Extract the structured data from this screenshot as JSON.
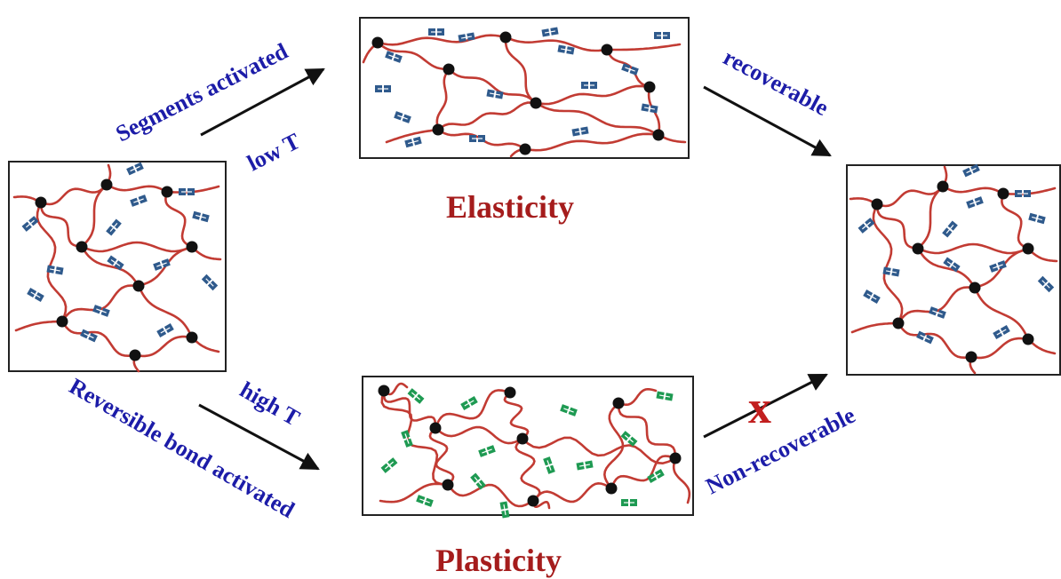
{
  "labels": {
    "segments_activated": "Segments activated",
    "low_t": "low T",
    "recoverable": "recoverable",
    "elasticity": "Elasticity",
    "reversible_bond_activated": "Reversible bond activated",
    "high_t": "high T",
    "non_recoverable": "Non-recoverable",
    "plasticity": "Plasticity",
    "blocked_mark": "x"
  },
  "panels": [
    "initial-network",
    "elastic-network",
    "plastic-network",
    "recovered-network"
  ],
  "colors": {
    "chain": "#c23b33",
    "crosslink": "#111111",
    "segment_low_t": "#2f5a8c",
    "segment_high_t": "#1e9a52",
    "label_blue": "#1c1ca8",
    "label_red": "#a51c1c",
    "arrow": "#111111"
  }
}
